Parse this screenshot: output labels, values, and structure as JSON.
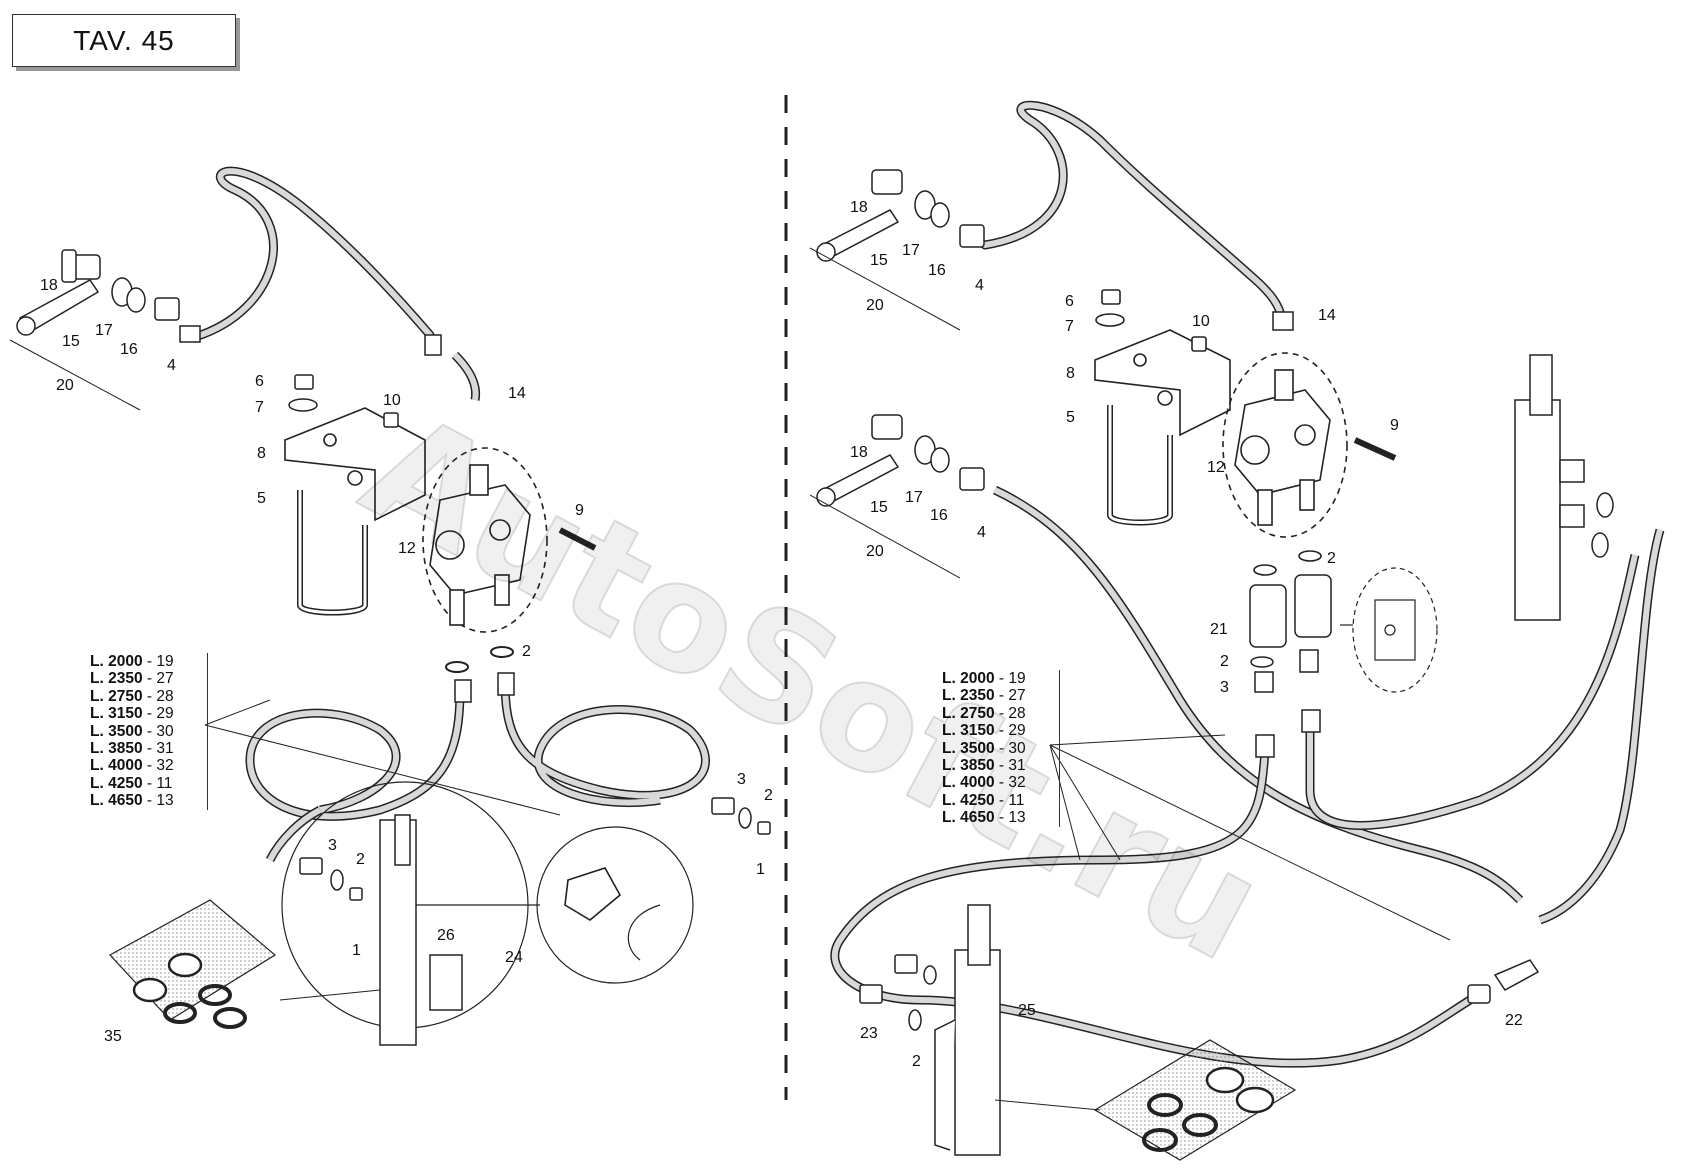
{
  "title": "TAV. 45",
  "watermark": "AutoSoft.ru",
  "length_table": [
    {
      "length": "L. 2000",
      "code": "19"
    },
    {
      "length": "L. 2350",
      "code": "27"
    },
    {
      "length": "L. 2750",
      "code": "28"
    },
    {
      "length": "L. 3150",
      "code": "29"
    },
    {
      "length": "L. 3500",
      "code": "30"
    },
    {
      "length": "L. 3850",
      "code": "31"
    },
    {
      "length": "L. 4000",
      "code": "32"
    },
    {
      "length": "L. 4250",
      "code": "11"
    },
    {
      "length": "L. 4650",
      "code": "13"
    }
  ],
  "callouts": [
    "1",
    "2",
    "3",
    "4",
    "5",
    "6",
    "7",
    "8",
    "9",
    "10",
    "11",
    "12",
    "13",
    "14",
    "15",
    "16",
    "17",
    "18",
    "19",
    "20",
    "21",
    "22",
    "23",
    "24",
    "25",
    "26",
    "27",
    "28",
    "29",
    "30",
    "31",
    "32",
    "35"
  ],
  "colors": {
    "line": "#222222",
    "hose_fill": "#d9d9d9",
    "bag": "#cccccc"
  }
}
